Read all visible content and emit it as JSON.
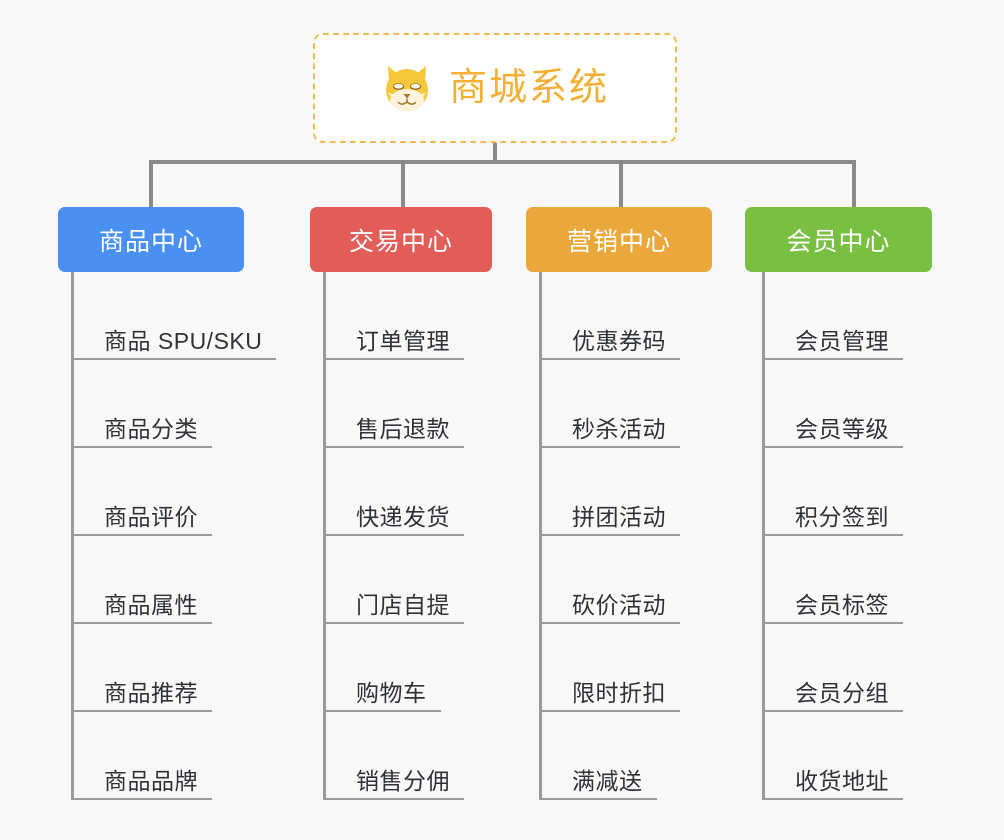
{
  "root": {
    "title": "商城系统",
    "icon": "shiba-dog-icon",
    "border_color": "#f0bb55",
    "text_color": "#f2b134",
    "background": "#ffffff"
  },
  "canvas": {
    "background": "#f8f8f9",
    "connector_color": "#8a8a8a"
  },
  "columns": [
    {
      "id": "product-center",
      "label": "商品中心",
      "color": "#4a90f0",
      "items": [
        "商品 SPU/SKU",
        "商品分类",
        "商品评价",
        "商品属性",
        "商品推荐",
        "商品品牌"
      ]
    },
    {
      "id": "trade-center",
      "label": "交易中心",
      "color": "#e25c58",
      "items": [
        "订单管理",
        "售后退款",
        "快递发货",
        "门店自提",
        "购物车",
        "销售分佣"
      ]
    },
    {
      "id": "marketing-center",
      "label": "营销中心",
      "color": "#eaa83c",
      "items": [
        "优惠券码",
        "秒杀活动",
        "拼团活动",
        "砍价活动",
        "限时折扣",
        "满减送"
      ]
    },
    {
      "id": "member-center",
      "label": "会员中心",
      "color": "#79bf42",
      "items": [
        "会员管理",
        "会员等级",
        "积分签到",
        "会员标签",
        "会员分组",
        "收货地址"
      ]
    }
  ]
}
